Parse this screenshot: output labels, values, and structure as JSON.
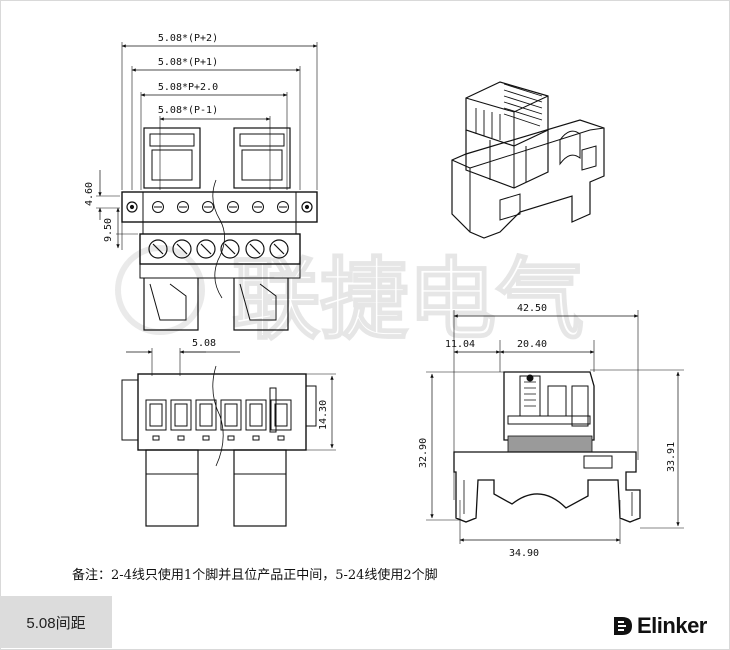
{
  "dimensions": {
    "top_p_plus_2": "5.08*(P+2)",
    "top_p_plus_1": "5.08*(P+1)",
    "top_p_plus_2_0": "5.08*P+2.0",
    "top_p_minus_1": "5.08*(P-1)",
    "height_4_60": "4.60",
    "height_9_50": "9.50",
    "pitch_5_08": "5.08",
    "height_14_30": "14.30",
    "width_42_50": "42.50",
    "width_11_04": "11.04",
    "width_20_40": "20.40",
    "height_32_90": "32.90",
    "height_33_91": "33.91",
    "width_34_90": "34.90"
  },
  "note": "备注：2-4线只使用1个脚并且位产品正中间，5-24线使用2个脚",
  "tag_label": "5.08间距",
  "watermark": "联捷电气",
  "brand": {
    "name": "Elinker",
    "accent": "#111111"
  }
}
